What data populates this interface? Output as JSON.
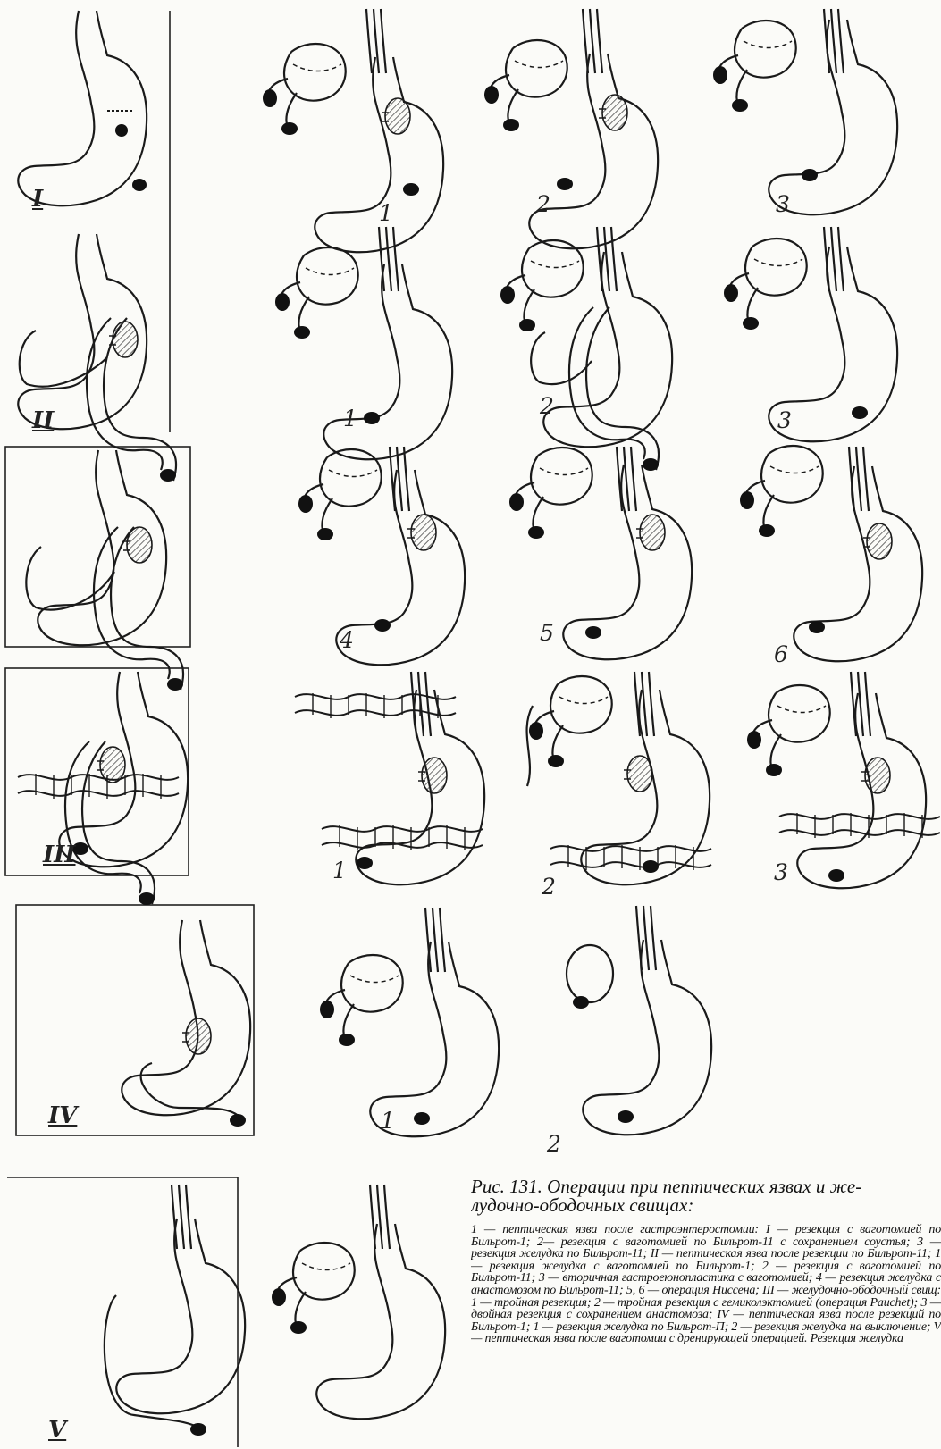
{
  "figure": {
    "rows": [
      {
        "roman": "I",
        "variants": [
          "1",
          "2",
          "3"
        ]
      },
      {
        "roman": "II",
        "variants": [
          "1",
          "2",
          "3"
        ]
      },
      {
        "roman": "",
        "variants": [
          "4",
          "5",
          "6"
        ]
      },
      {
        "roman": "III",
        "variants": [
          "1",
          "2",
          "3"
        ]
      },
      {
        "roman": "IV",
        "variants": [
          "1",
          "2"
        ]
      },
      {
        "roman": "V",
        "variants": []
      }
    ]
  },
  "caption": {
    "title_line1": "Рис. 131. Операции при пептических язвах и же-",
    "title_line2": "лудочно-ободочных свищах:",
    "body": "1 — пептическая язва после гастроэнтеростомии: I — резекция с ваготомией по Бильрот-1; 2— резекция с ваготомией по Бильрот-11 с сохранением соустья; 3 — резекция желудка по Бильрот-11; II — пептическая язва после резекции по Бильрот-11; 1 — резекция желудка с ваготомией по Бильрот-1; 2 — резекция с ваготомией по Бильрот-11; 3 — вторичная гастроеюнопластика с ваготомией; 4 — резекция желудка с анастомозом по Бильрот-11; 5, 6 — операция Ниссена; III — желудочно-ободочный свищ: 1 — тройная резекция; 2 — тройная резекция с гемиколэктомией (операция Pauchet); 3 — двойная резекция с сохранением анастомоза; IV — пептическая язва после резекций по Бильрот-1; 1 — резекция желудка по Бильрот-П; 2 — резекция желудка на выключение; V — пептическая язва после ваготомии с дренирующей операцией. Резекция желудка"
  }
}
